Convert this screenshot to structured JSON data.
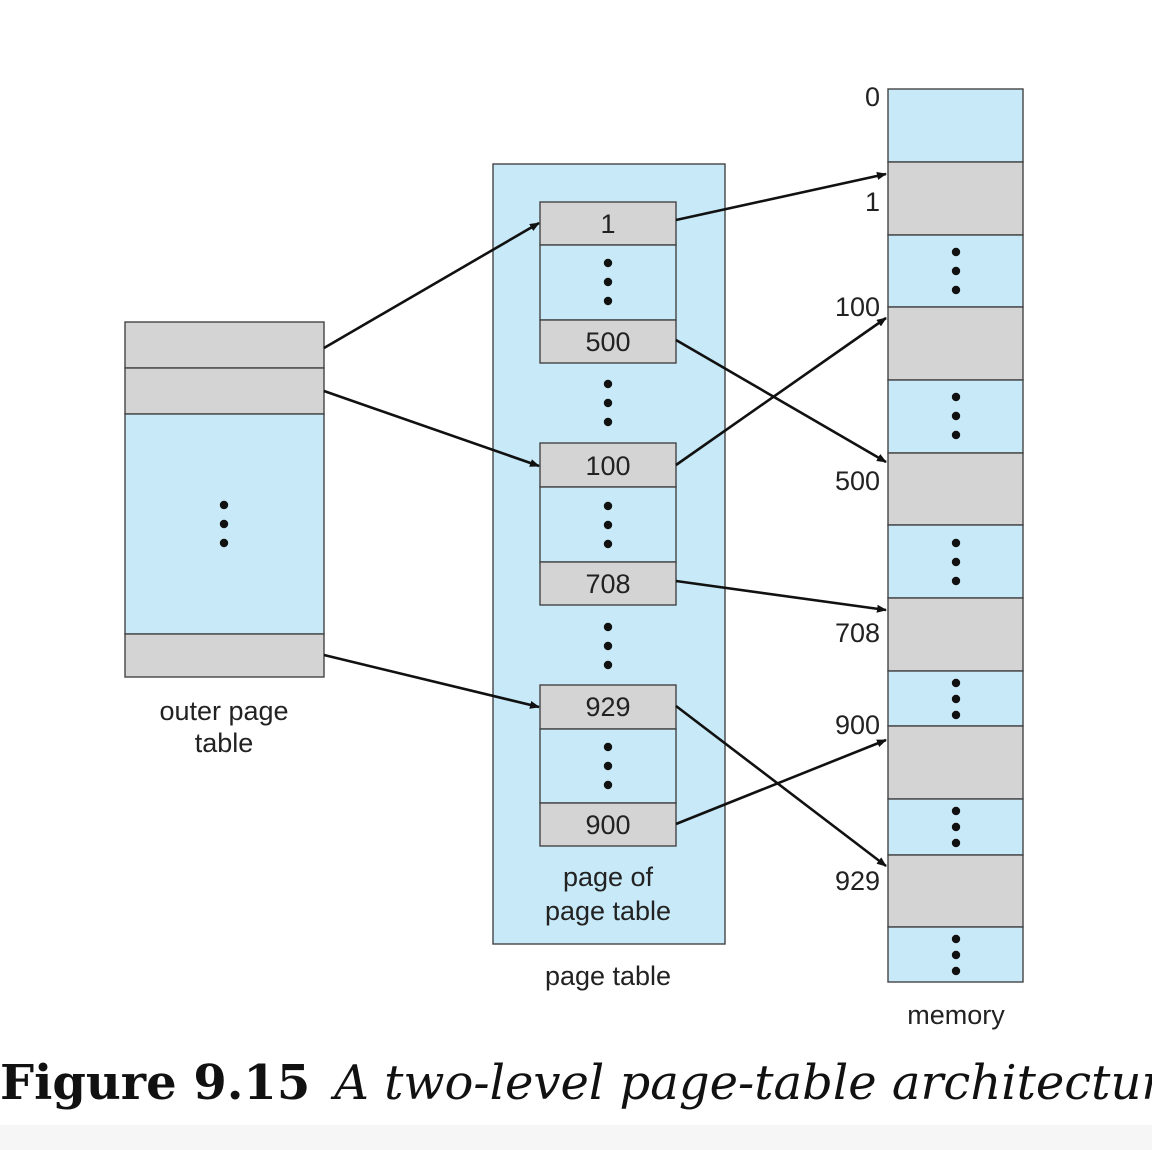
{
  "heading": "",
  "outer_table": {
    "label_line1": "outer page",
    "label_line2": "table"
  },
  "page_table": {
    "label": "page table",
    "inner_label_line1": "page of",
    "inner_label_line2": "page table",
    "entries": [
      "1",
      "500",
      "100",
      "708",
      "929",
      "900"
    ]
  },
  "memory": {
    "label": "memory",
    "addresses": [
      "0",
      "1",
      "100",
      "500",
      "708",
      "900",
      "929"
    ]
  },
  "caption": {
    "figure_number": "Figure 9.15",
    "text": "A two-level page-table architecture"
  },
  "colors": {
    "light_blue": "#c8e9f8",
    "gray": "#d4d4d4",
    "stroke": "#444444"
  }
}
